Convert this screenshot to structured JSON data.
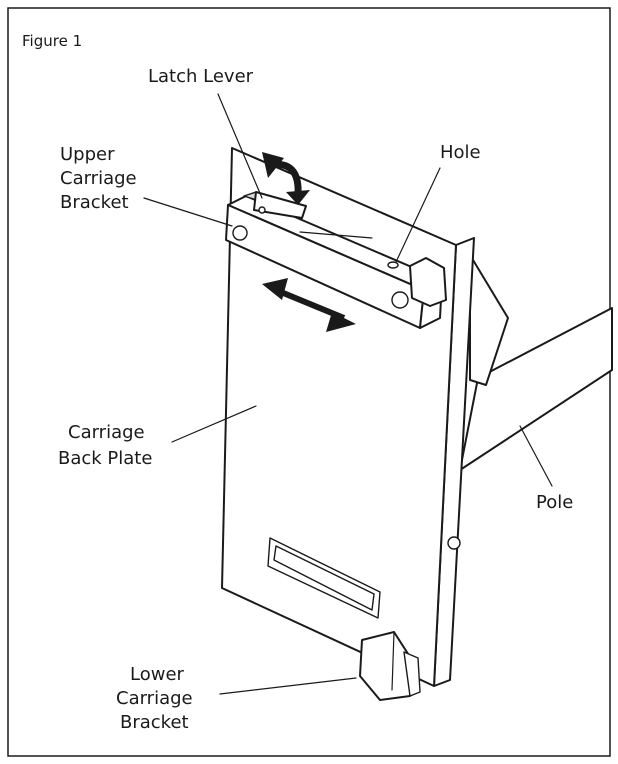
{
  "figure": {
    "title": "Figure 1",
    "labels": {
      "latch_lever": "Latch Lever",
      "upper_carriage_bracket": [
        "Upper",
        "Carriage",
        "Bracket"
      ],
      "hole": "Hole",
      "carriage_back_plate": [
        "Carriage",
        "Back Plate"
      ],
      "pole": "Pole",
      "lower_carriage_bracket": [
        "Lower",
        "Carriage",
        "Bracket"
      ]
    },
    "colors": {
      "ink": "#1a1a1a",
      "background": "#ffffff",
      "shade": "#d9d9d9"
    }
  }
}
